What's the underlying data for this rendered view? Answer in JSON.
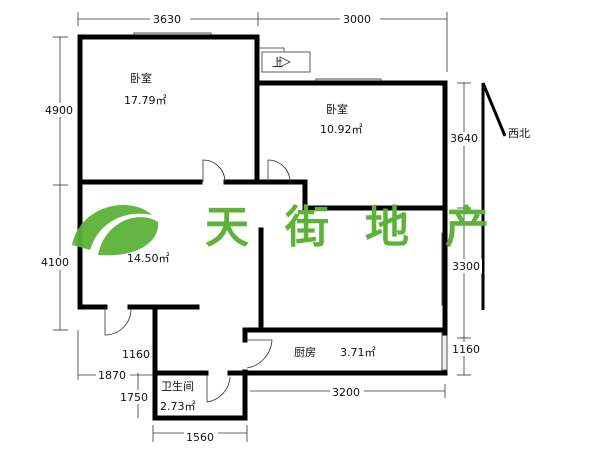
{
  "dimensions": {
    "top_left": "3630",
    "top_right": "3000",
    "left_upper": "4900",
    "left_lower": "4100",
    "right_upper": "3640",
    "right_middle": "3300",
    "right_lower": "1160",
    "inner_1160": "1160",
    "width_1870": "1870",
    "bath_height": "1750",
    "bath_width": "1560",
    "kitchen_width": "3200"
  },
  "rooms": {
    "bedroom1": {
      "name": "卧室",
      "area": "17.79㎡"
    },
    "bedroom2": {
      "name": "卧室",
      "area": "10.92㎡"
    },
    "living": {
      "area": "14.50㎡"
    },
    "kitchen": {
      "name": "厨房",
      "area": "3.71㎡"
    },
    "bathroom": {
      "name": "卫生间",
      "area": "2.73㎡"
    }
  },
  "stairs_label": "上",
  "orientation": "西北",
  "watermark": {
    "text": "天街地产",
    "color": "#5cb338"
  }
}
